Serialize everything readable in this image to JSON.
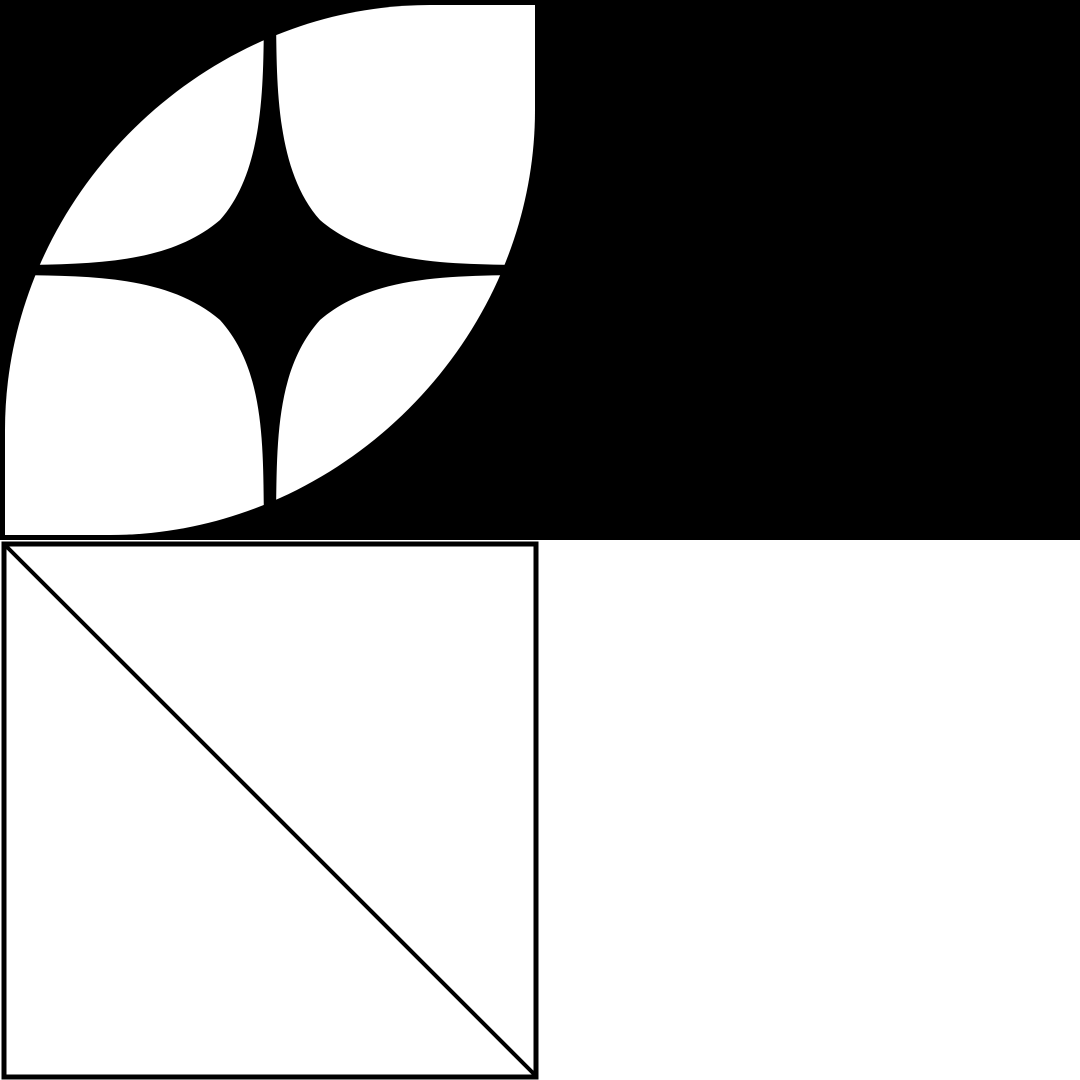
{
  "colors": {
    "background": "#ffffff",
    "fill_dark": "#000000",
    "fill_light": "#ffffff",
    "stroke": "#000000"
  },
  "tiles": [
    {
      "name": "rounded-star-tile",
      "style": "white rounded lens split into four petals by a black four-point star, on black"
    },
    {
      "name": "black-square-tile",
      "style": "solid black"
    },
    {
      "name": "diagonal-square-tile",
      "style": "white square with black border and a diagonal line"
    },
    {
      "name": "blank-tile",
      "style": "white"
    }
  ]
}
